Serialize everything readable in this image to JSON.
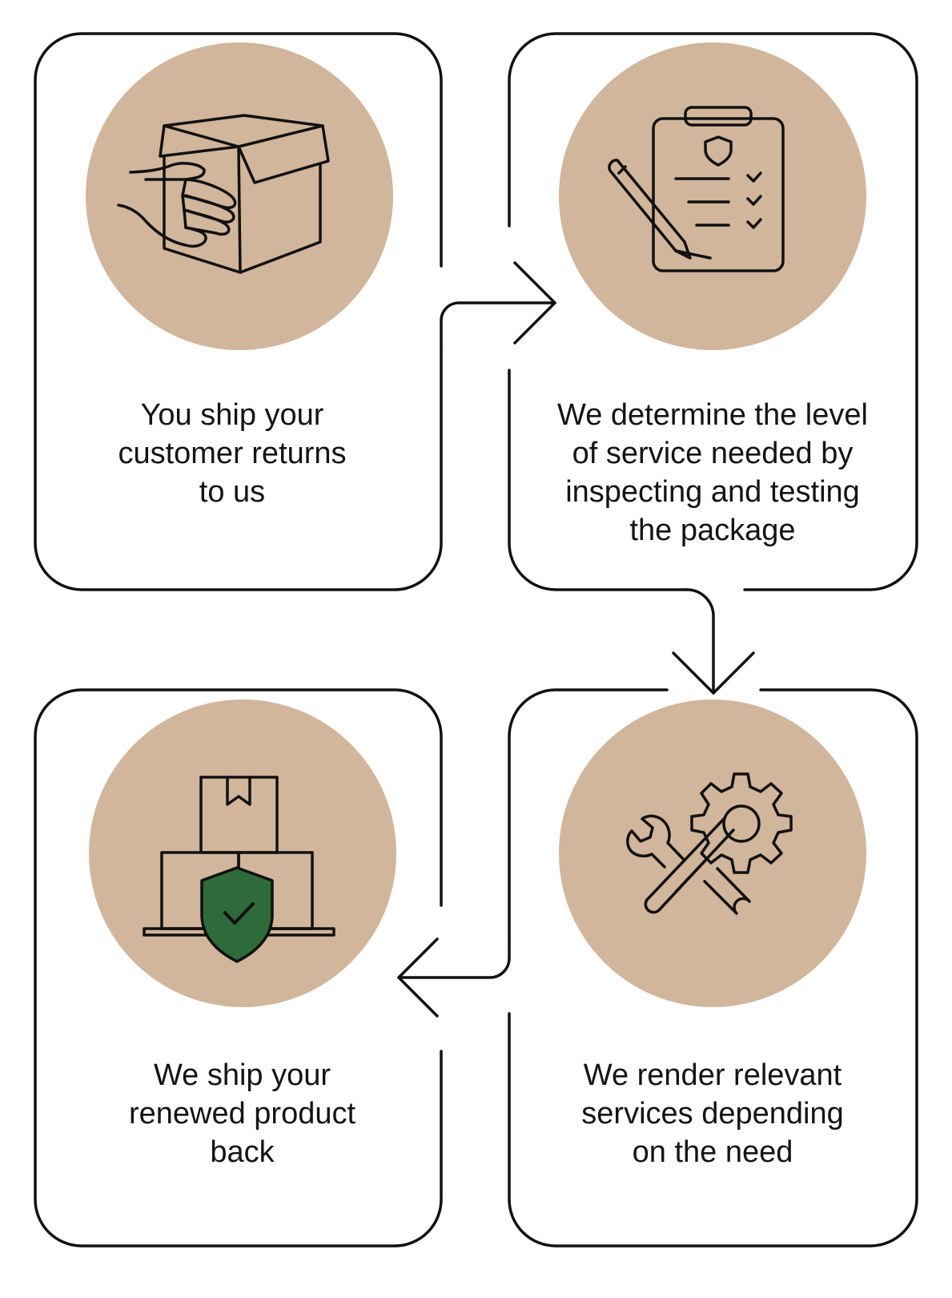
{
  "steps": [
    {
      "text": "You ship your\ncustomer returns\nto us",
      "icon": "box-in-hand-icon"
    },
    {
      "text": "We determine the level\nof service needed by\ninspecting and testing\nthe package",
      "icon": "clipboard-checklist-icon"
    },
    {
      "text": "We render relevant\nservices depending\non the need",
      "icon": "wrench-screwdriver-gear-icon"
    },
    {
      "text": "We ship your\nrenewed product\nback",
      "icon": "boxes-shield-check-icon"
    }
  ],
  "colors": {
    "outline": "#111111",
    "circle": "#d1b69c",
    "shield": "#2e6b3a",
    "background": "#ffffff"
  }
}
